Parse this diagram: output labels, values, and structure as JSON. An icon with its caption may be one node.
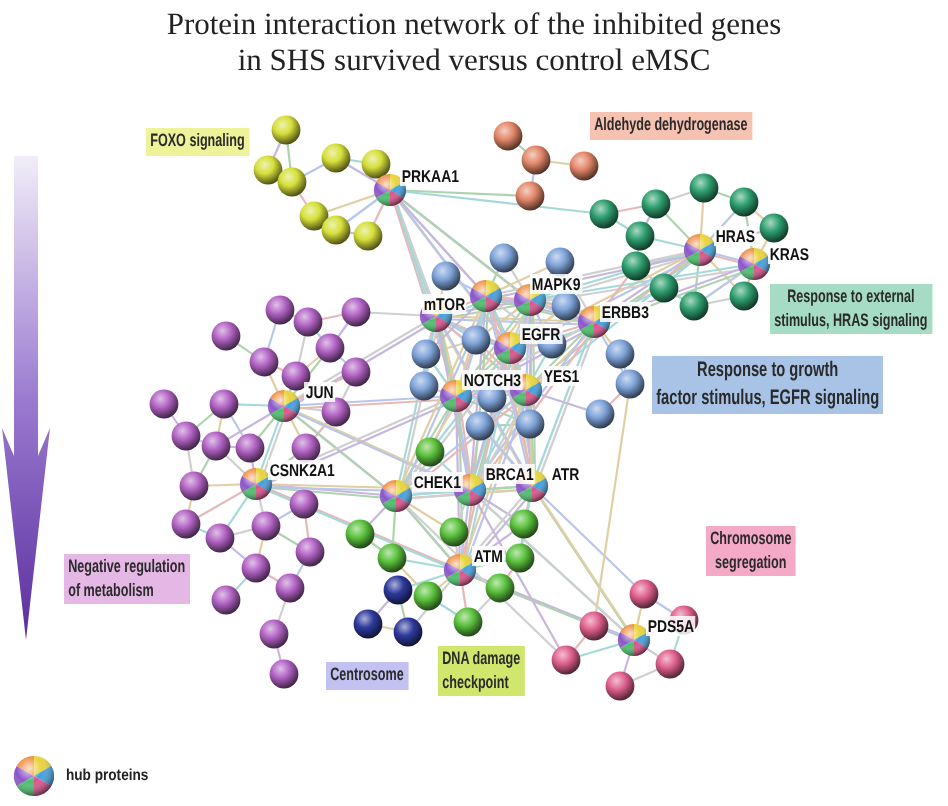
{
  "diagram": {
    "title": "Protein interaction network of the inhibited genes in SHS survived versus control eMSC",
    "nodes": [
      {
        "text": [
          "FOXO signaling"
        ]
      },
      {
        "text": [
          "Aldehyde dehydrogenase"
        ]
      },
      {
        "text": [
          "Response to external stimulus, HRAS signaling"
        ]
      },
      {
        "text": [
          "Response to growth factor stimulus, EGFR signaling"
        ]
      },
      {
        "text": [
          "Chromosome segregation"
        ]
      },
      {
        "text": [
          "Negative regulation of metabolism"
        ]
      },
      {
        "text": [
          "Centrosome"
        ]
      },
      {
        "text": [
          "DNA damage checkpoint"
        ]
      }
    ],
    "labels": [
      "PRKAA1",
      "HRAS",
      "KRAS",
      "mTOR",
      "MAPK9",
      "ERBB3",
      "EGFR",
      "JUN",
      "NOTCH3",
      "YES1",
      "CSNK2A1",
      "CHEK1",
      "BRCA1",
      "ATR",
      "ATM",
      "PDS5A"
    ],
    "legend": [
      {
        "text": "hub proteins"
      }
    ]
  }
}
